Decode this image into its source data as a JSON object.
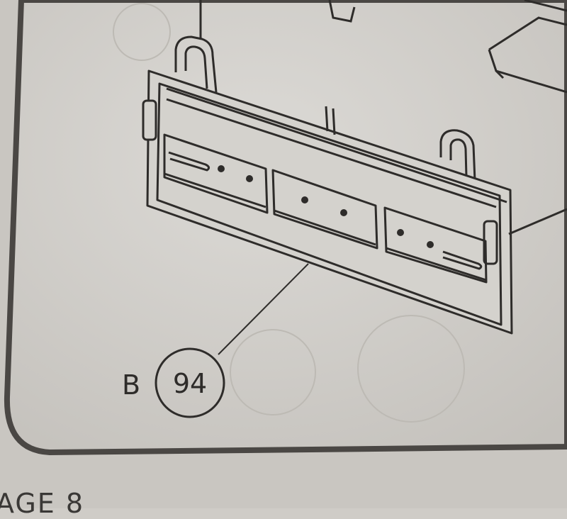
{
  "diagram": {
    "part_letter": "B",
    "part_number": "94",
    "page_label": "AGE 8"
  },
  "colors": {
    "paper": "#d3d1cc",
    "ink": "#2e2c2a",
    "panel_border": "#4a4744"
  }
}
